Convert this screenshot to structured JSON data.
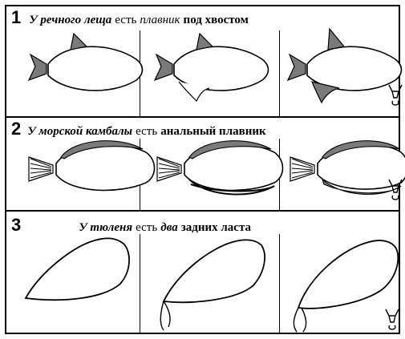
{
  "rows": [
    {
      "number": "1",
      "caption": {
        "p1": "У речного леща",
        "p2": "есть",
        "p3": "плавник",
        "p4": "под хвостом"
      }
    },
    {
      "number": "2",
      "caption": {
        "p1": "У морской  камбалы",
        "p2": "есть",
        "p3": "анальный плавник"
      }
    },
    {
      "number": "3",
      "caption": {
        "p1": "У тюленя",
        "p2": "есть",
        "p3": "два",
        "p4": "задних ласта"
      }
    }
  ],
  "colors": {
    "ink": "#000000",
    "fin_fill": "#7a7a7a",
    "background": "#ffffff"
  }
}
